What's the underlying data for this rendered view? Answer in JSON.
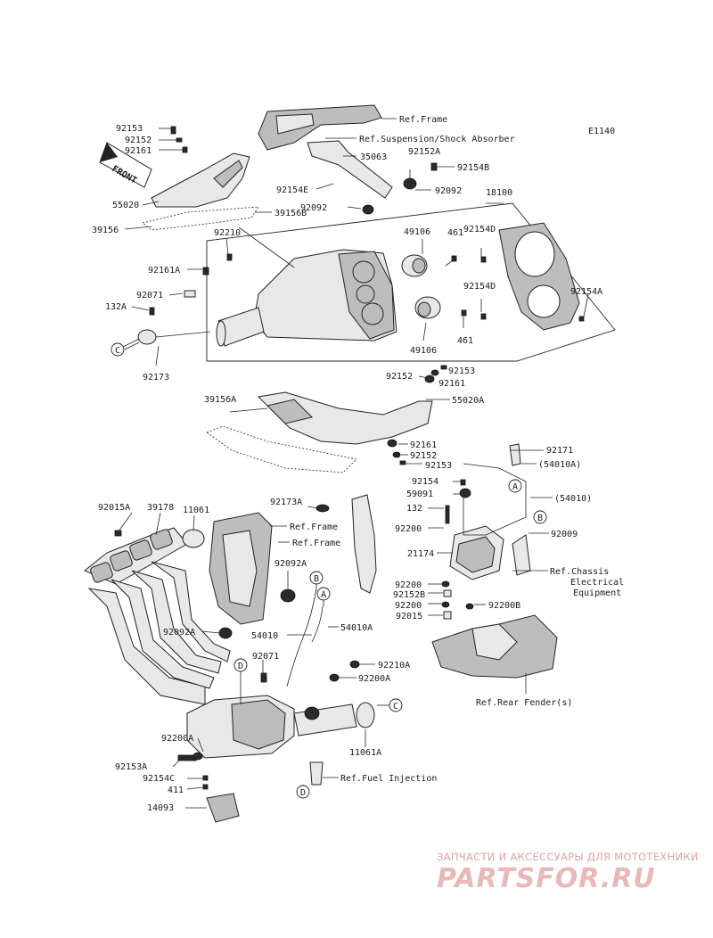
{
  "diagram_id": "E1140",
  "labels": {
    "92153_a": "92153",
    "92152_a": "92152",
    "92161_a": "92161",
    "front": "FRONT",
    "55020": "55020",
    "39156B": "39156B",
    "39156": "39156",
    "ref_frame_top": "Ref.Frame",
    "ref_suspension": "Ref.Suspension/Shock Absorber",
    "35063": "35063",
    "92152A_top": "92152A",
    "92154B": "92154B",
    "92154E": "92154E",
    "92092_a": "92092",
    "92092_b": "92092",
    "18100": "18100",
    "49106_a": "49106",
    "461_a": "461",
    "92154D_a": "92154D",
    "92210": "92210",
    "92161A": "92161A",
    "92071_a": "92071",
    "132A": "132A",
    "92154D_b": "92154D",
    "92154A": "92154A",
    "49106_b": "49106",
    "461_b": "461",
    "92173": "92173",
    "92152_b": "92152",
    "92153_b": "92153",
    "92161_b": "92161",
    "55020A": "55020A",
    "39156A": "39156A",
    "92161_c": "92161",
    "92152_c": "92152",
    "92153_c": "92153",
    "92171": "92171",
    "54010A_paren": "(54010A)",
    "92154": "92154",
    "59091": "59091",
    "54010_paren": "(54010)",
    "132": "132",
    "92200_a": "92200",
    "92009": "92009",
    "21174": "21174",
    "ref_chassis_1": "Ref.Chassis",
    "ref_chassis_2": "Electrical",
    "ref_chassis_3": "Equipment",
    "92200_b": "92200",
    "92152B": "92152B",
    "92200_c": "92200",
    "92015": "92015",
    "92200B": "92200B",
    "ref_rear_fender": "Ref.Rear Fender(s)",
    "92015A": "92015A",
    "39178": "39178",
    "11061": "11061",
    "92173A": "92173A",
    "ref_frame_mid1": "Ref.Frame",
    "ref_frame_mid2": "Ref.Frame",
    "92092A_a": "92092A",
    "92092A_b": "92092A",
    "54010": "54010",
    "54010A": "54010A",
    "92071_b": "92071",
    "92210A": "92210A",
    "92200A_a": "92200A",
    "11061A": "11061A",
    "92200A_b": "92200A",
    "92153A": "92153A",
    "92154C": "92154C",
    "411": "411",
    "14093": "14093",
    "ref_fuel": "Ref.Fuel Injection"
  },
  "callouts": {
    "A": "A",
    "B": "B",
    "C": "C",
    "D": "D"
  },
  "watermark": {
    "top_text": "ЗАПЧАСТИ И АКСЕССУАРЫ ДЛЯ МОТОТЕХНИКИ",
    "logo_text": "PARTSFOR.RU"
  },
  "colors": {
    "line": "#222222",
    "watermark": "#e0a3a3"
  }
}
